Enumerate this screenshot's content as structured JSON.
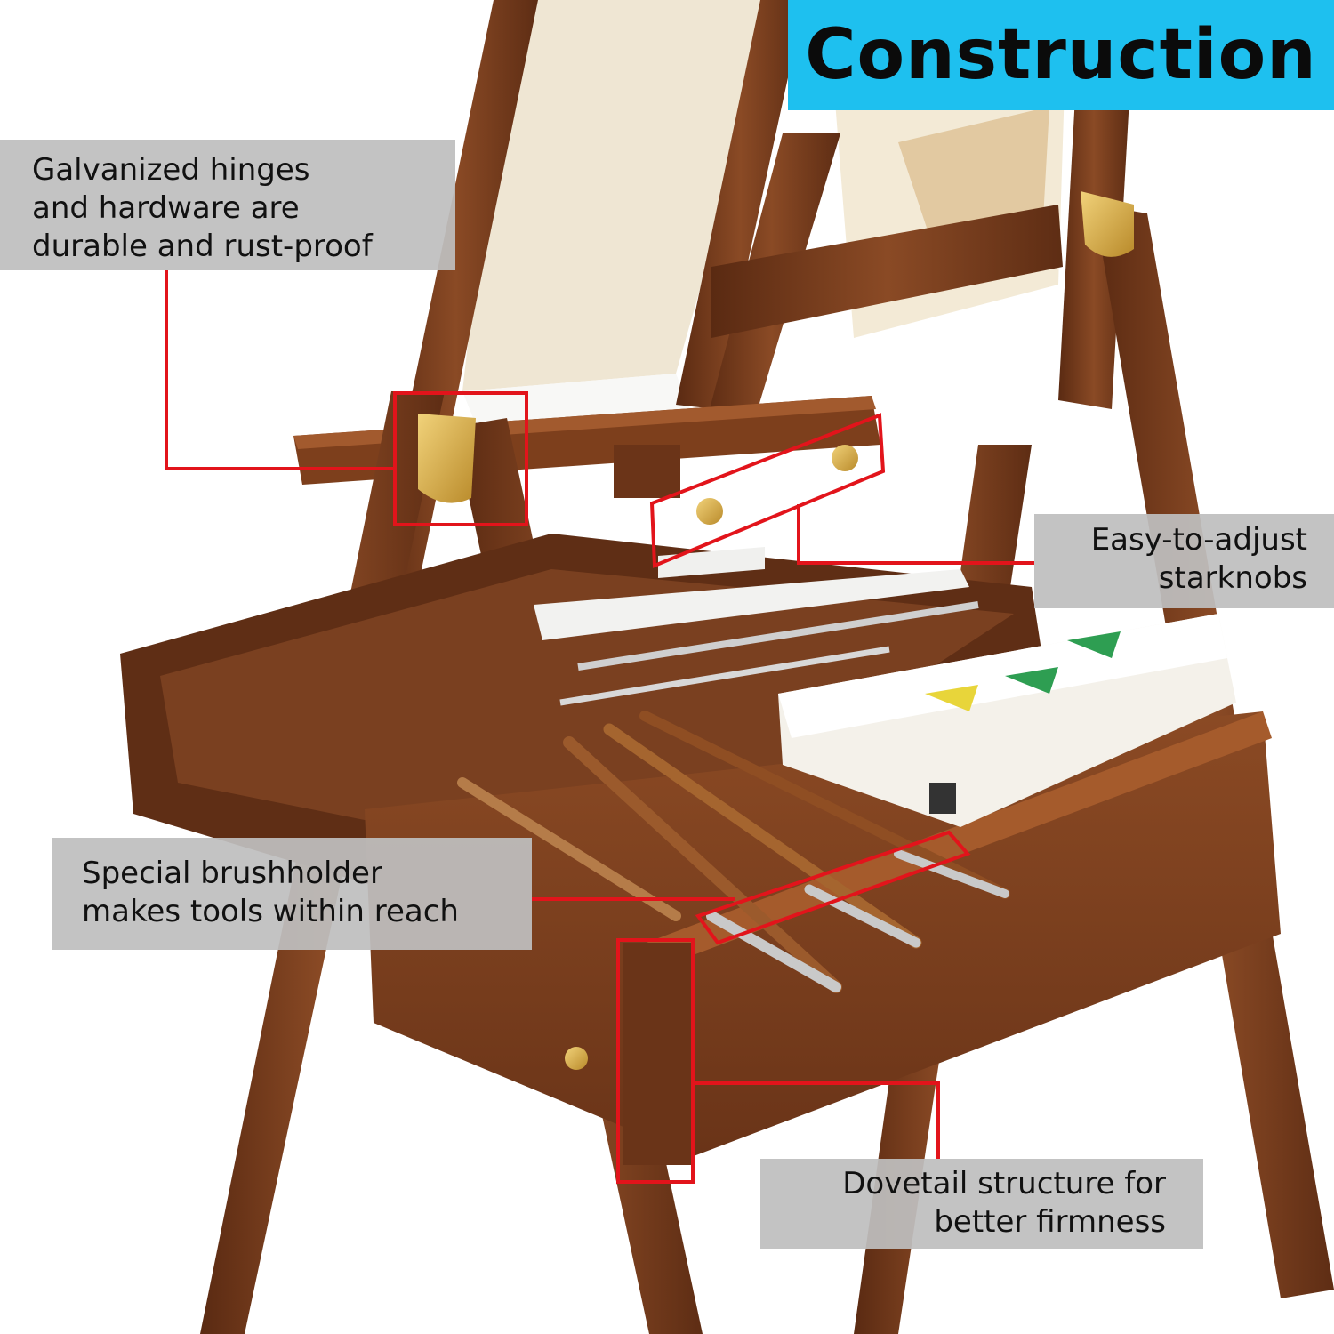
{
  "title": "Construction",
  "callouts": {
    "hinges": {
      "line1": "Galvanized hinges",
      "line2": "and hardware are",
      "line3": "durable and rust-proof"
    },
    "starknobs": {
      "line1": "Easy-to-adjust",
      "line2": "starknobs"
    },
    "brushholder": {
      "line1": "Special brushholder",
      "line2": "makes tools within reach"
    },
    "dovetail": {
      "line1": "Dovetail structure for",
      "line2": "better firmness"
    }
  },
  "colors": {
    "title_background": "#1ec0ef",
    "callout_background": "#bebebe",
    "highlight_red": "#e2141b",
    "wood": "#7a3f1e"
  }
}
